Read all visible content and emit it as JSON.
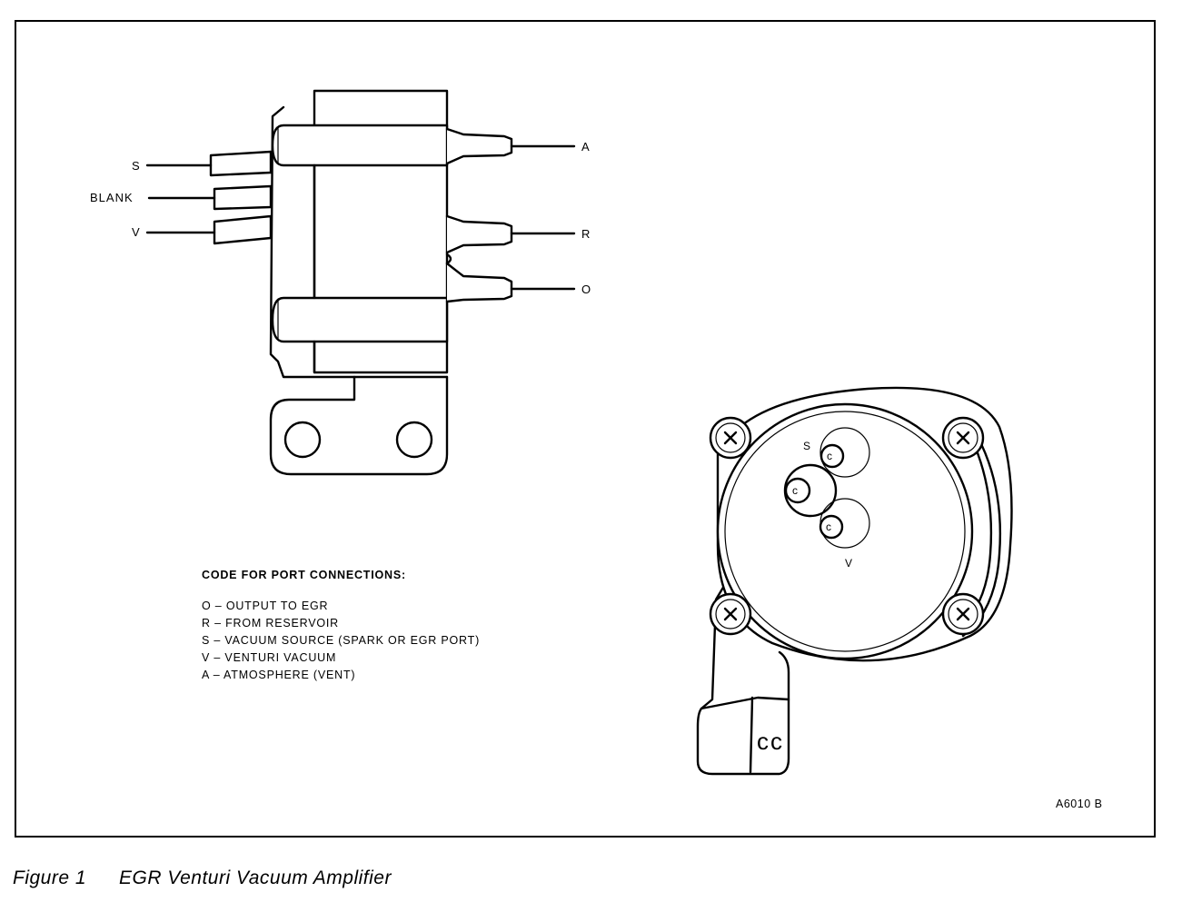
{
  "side_view": {
    "left_ports": [
      "S",
      "BLANK",
      "V"
    ],
    "right_ports": [
      "A",
      "R",
      "O"
    ]
  },
  "end_view": {
    "port_labels": [
      "S",
      "V"
    ]
  },
  "legend": {
    "title": "CODE FOR PORT CONNECTIONS:",
    "items": [
      "O – OUTPUT TO EGR",
      "R – FROM RESERVOIR",
      "S – VACUUM SOURCE (SPARK OR EGR PORT)",
      "V – VENTURI VACUUM",
      "A – ATMOSPHERE (VENT)"
    ]
  },
  "figure_id": "A6010 B",
  "caption": {
    "number": "Figure 1",
    "title": "EGR Venturi Vacuum Amplifier"
  }
}
